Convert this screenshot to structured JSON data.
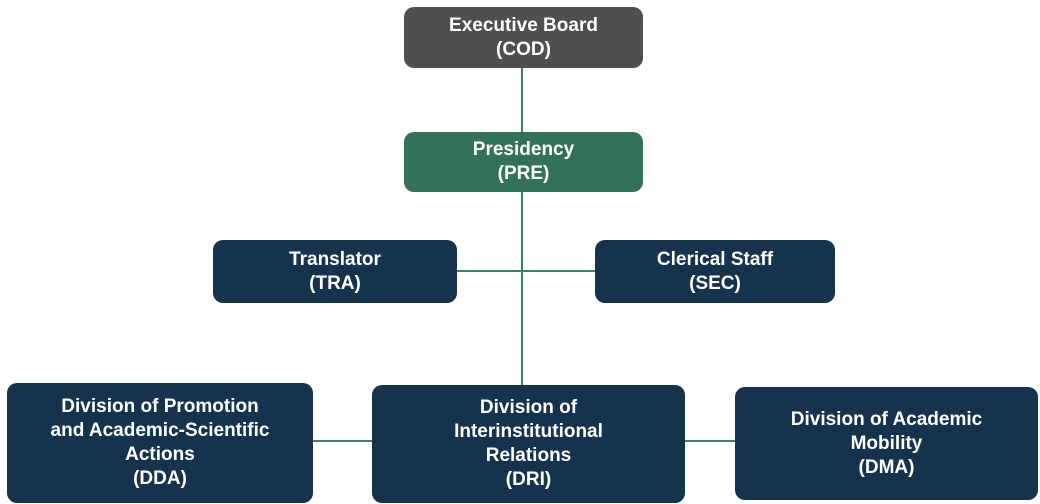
{
  "title": "Organizational chart",
  "colors": {
    "executive": "#4F4F4F",
    "presidency": "#347258",
    "division": "#16334E",
    "connector": "#3E8168",
    "text": "#FFFFFF",
    "background": "#FFFFFF"
  },
  "nodes": {
    "cod": {
      "name": "Executive Board",
      "code": "(COD)"
    },
    "pre": {
      "name": "Presidency",
      "code": "(PRE)"
    },
    "tra": {
      "name": "Translator",
      "code": "(TRA)"
    },
    "sec": {
      "name": "Clerical Staff",
      "code": "(SEC)"
    },
    "dda": {
      "name": "Division of Promotion\nand Academic-Scientific\nActions",
      "code": "(DDA)"
    },
    "dri": {
      "name": "Division of\nInterinstitutional\nRelations",
      "code": "(DRI)"
    },
    "dma": {
      "name": "Division of Academic\nMobility",
      "code": "(DMA)"
    }
  },
  "edges": [
    {
      "from": "cod",
      "to": "pre"
    },
    {
      "from": "pre",
      "to": "tra"
    },
    {
      "from": "pre",
      "to": "sec"
    },
    {
      "from": "pre",
      "to": "dri"
    },
    {
      "from": "dri",
      "to": "dda"
    },
    {
      "from": "dri",
      "to": "dma"
    }
  ]
}
